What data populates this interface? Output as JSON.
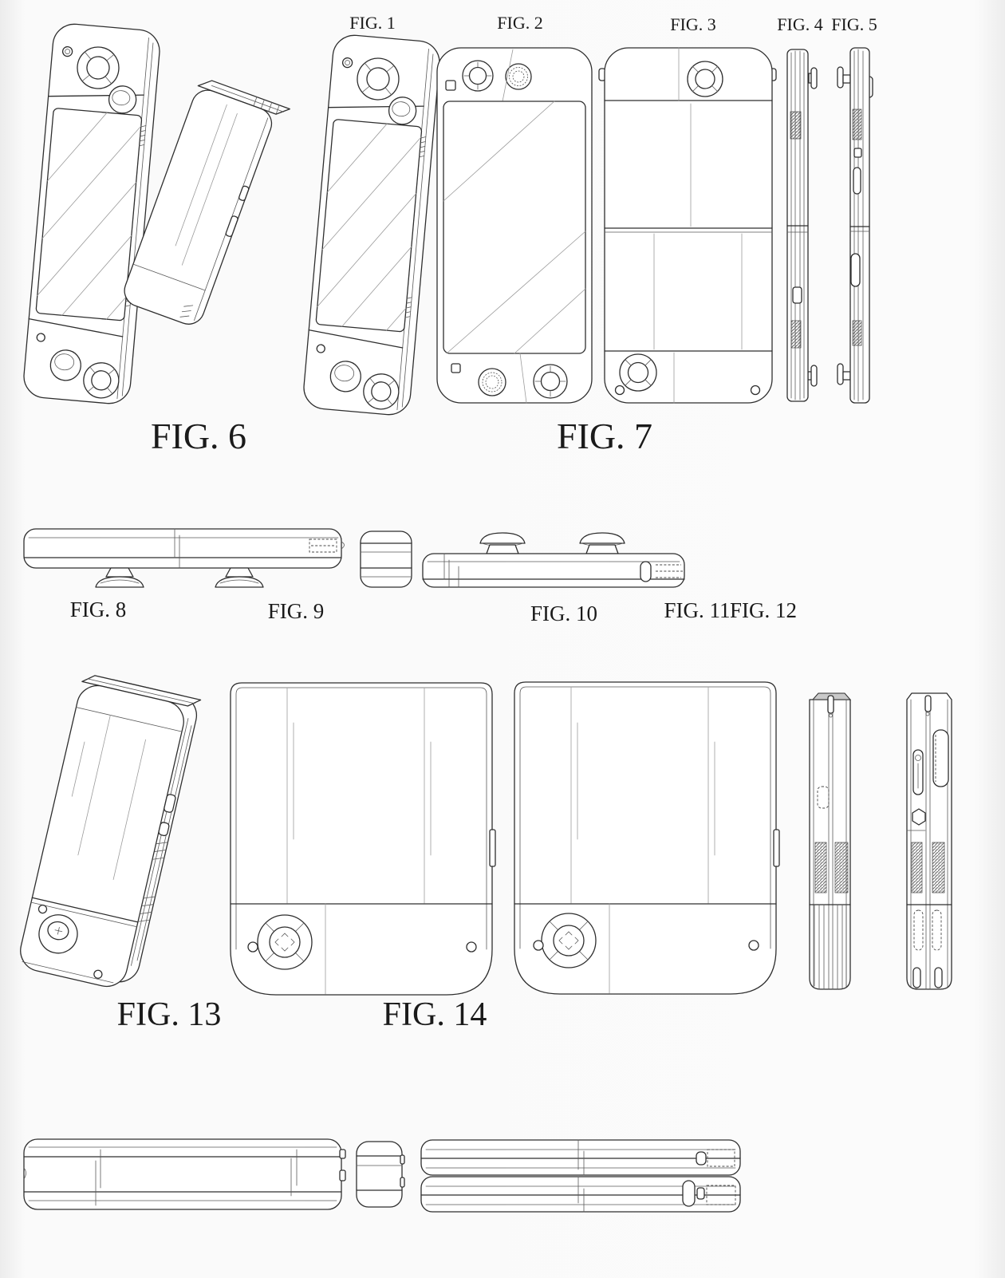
{
  "page": {
    "background": "#fbfbfb",
    "ink_color": "#2e2e2e",
    "label_color": "#1a1a1a"
  },
  "figures": {
    "fig1": {
      "label": "FIG. 1"
    },
    "fig2": {
      "label": "FIG. 2"
    },
    "fig3": {
      "label": "FIG. 3"
    },
    "fig4": {
      "label": "FIG. 4"
    },
    "fig5": {
      "label": "FIG. 5"
    },
    "fig6": {
      "label": "FIG. 6"
    },
    "fig7": {
      "label": "FIG. 7"
    },
    "fig8": {
      "label": "FIG. 8"
    },
    "fig9": {
      "label": "FIG. 9"
    },
    "fig10": {
      "label": "FIG. 10"
    },
    "fig11": {
      "label": "FIG. 11"
    },
    "fig12": {
      "label": "FIG. 12"
    },
    "fig13": {
      "label": "FIG. 13"
    },
    "fig14": {
      "label": "FIG. 14"
    }
  }
}
